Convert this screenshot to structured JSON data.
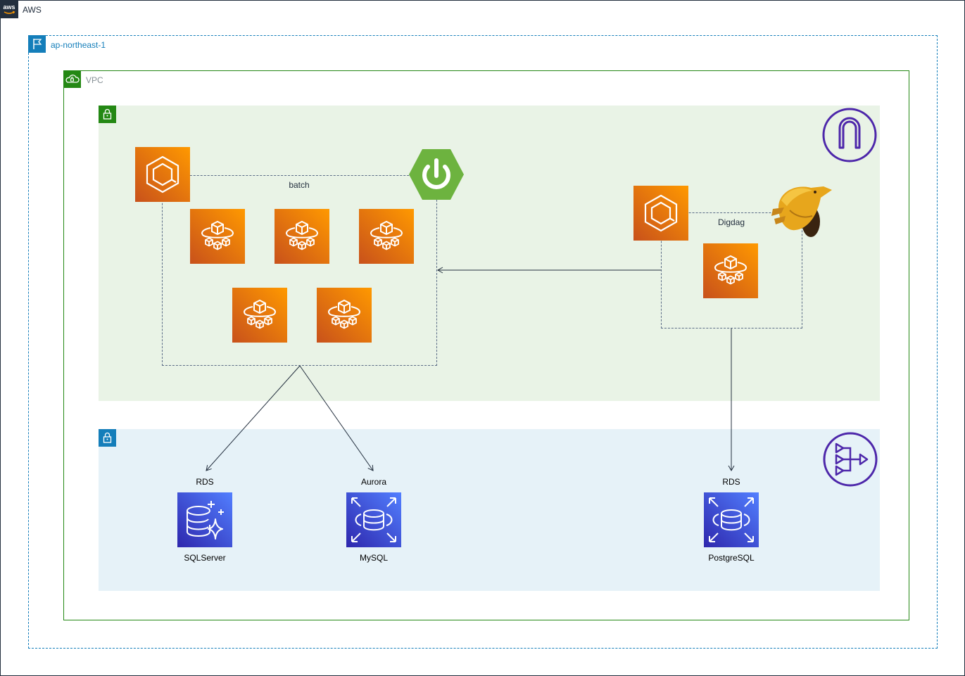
{
  "aws_cloud": {
    "label": "AWS"
  },
  "region": {
    "label": "ap-northeast-1"
  },
  "vpc": {
    "label": "VPC"
  },
  "batch_group": {
    "label": "batch"
  },
  "digdag_group": {
    "label": "Digdag"
  },
  "databases": [
    {
      "top_label": "RDS",
      "bottom_label": "SQLServer"
    },
    {
      "top_label": "Aurora",
      "bottom_label": "MySQL"
    },
    {
      "top_label": "RDS",
      "bottom_label": "PostgreSQL"
    }
  ],
  "colors": {
    "aws_frame": "#232f3e",
    "region": "#147eba",
    "vpc": "#248814",
    "public_subnet_bg": "#e9f3e6",
    "private_subnet_bg": "#e6f2f8",
    "compute_orange": "#ed7100",
    "database_blue": "#3b48cc",
    "networking_purple": "#4d27aa",
    "spring_green": "#6db33f"
  },
  "icons": {
    "ecs_cluster": "ecs-icon",
    "fargate_task": "fargate-icon",
    "spring_boot": "spring-boot-icon",
    "digdag": "digdag-icon",
    "internet_gateway": "internet-gateway-icon",
    "nat_gateway": "nat-gateway-icon",
    "rds_sqlserver": "rds-sqlserver-icon",
    "aurora": "aurora-icon",
    "rds_postgresql": "rds-postgresql-icon"
  }
}
